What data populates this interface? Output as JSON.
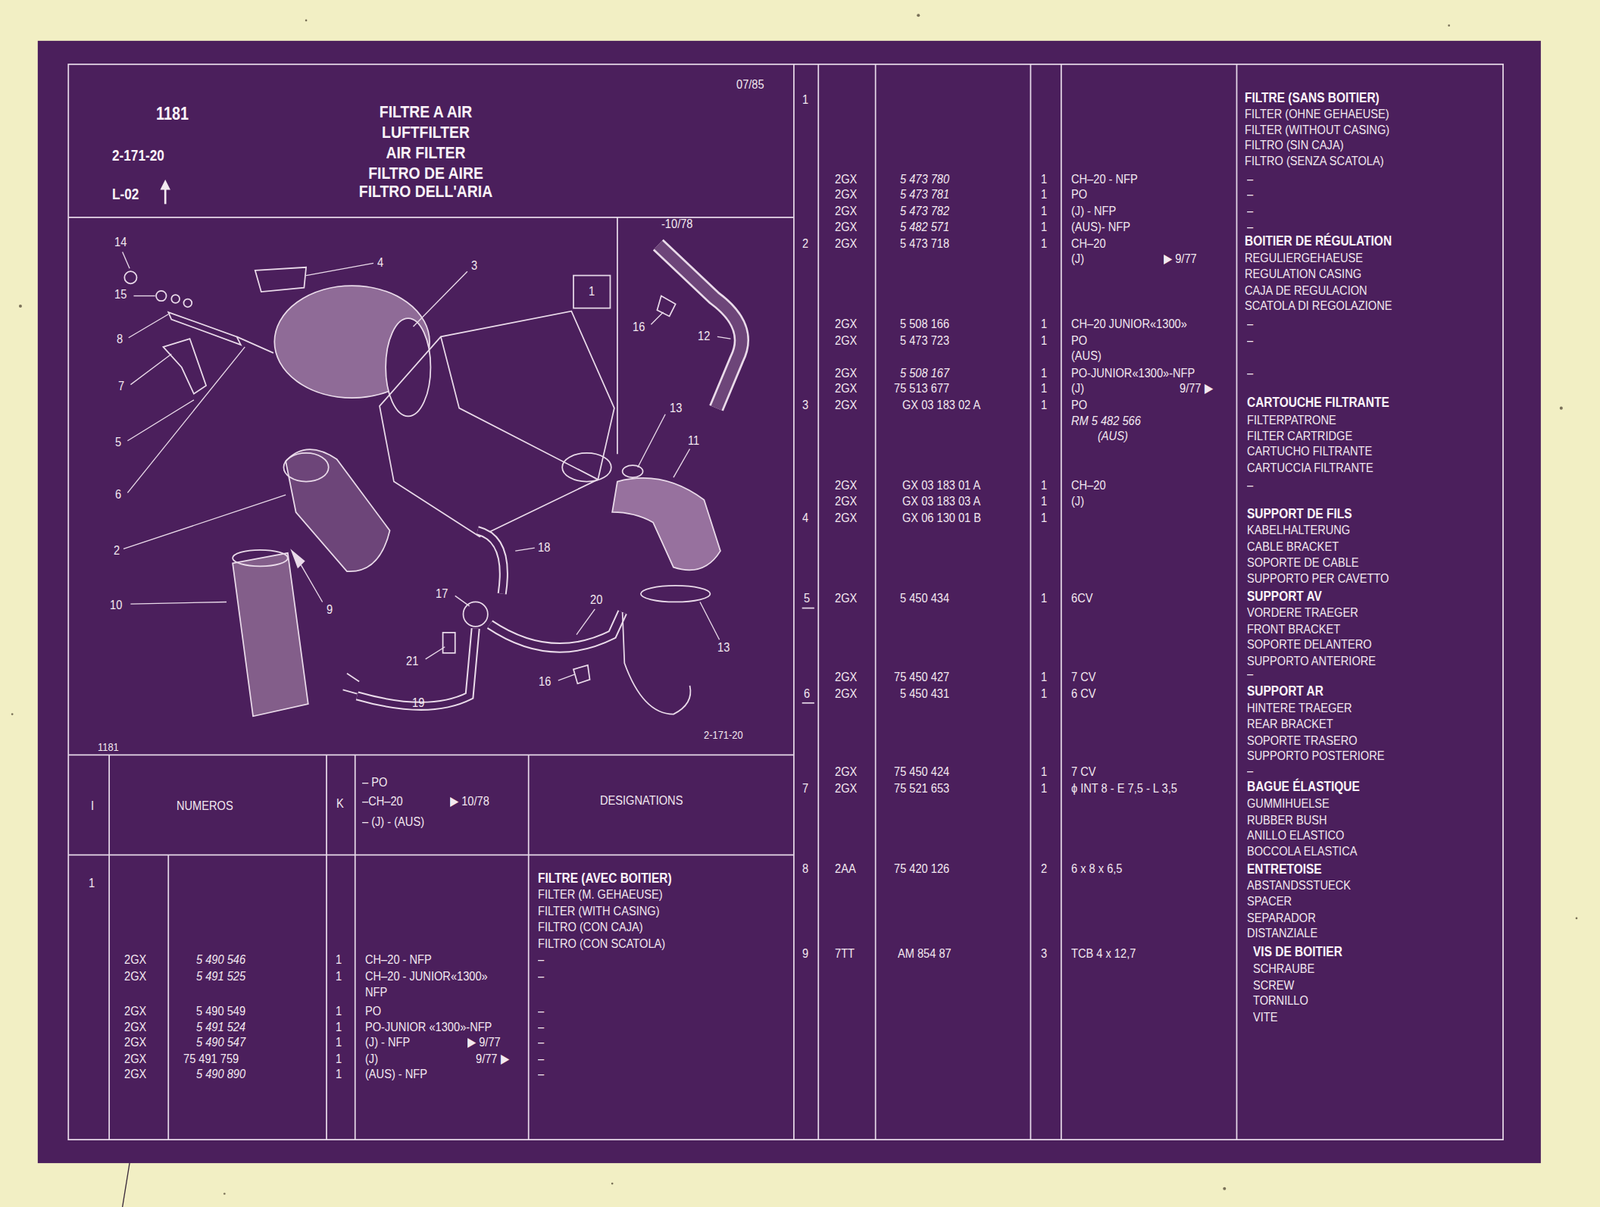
{
  "diagram": {
    "labels": [
      "1181",
      "2-171-20",
      "L-02",
      "FILTRE A AIR",
      "LUFTFILTER",
      "AIR FILTER",
      "FILTRO DE AIRE",
      "FILTRO DELL'ARIA",
      "07/85",
      "-10/78",
      "1",
      "14",
      "15",
      "8",
      "7",
      "5",
      "6",
      "2",
      "10",
      "9",
      "4",
      "3",
      "16",
      "12",
      "13",
      "11",
      "18",
      "17",
      "20",
      "21",
      "16",
      "13",
      "19",
      "1181",
      "2-171-20",
      "I",
      "NUMEROS",
      "K",
      "– PO",
      "–CH–20",
      "▶ 10/78",
      "– (J) - (AUS)",
      "DESIGNATIONS",
      "1",
      "FILTRE (AVEC BOITIER)",
      "FILTER (M. GEHAEUSE)",
      "FILTER (WITH CASING)",
      "FILTRO (CON CAJA)",
      "FILTRO (CON SCATOLA)",
      "2GX",
      "5 490 546",
      "1",
      "CH–20 - NFP",
      "–",
      "2GX",
      "5 491 525",
      "1",
      "CH–20 - JUNIOR«1300»",
      "–",
      "NFP",
      "2GX",
      "5 490 549",
      "1",
      "PO",
      "–",
      "2GX",
      "5 491 524",
      "1",
      "PO-JUNIOR «1300»-NFP",
      "–",
      "2GX",
      "5 490 547",
      "1",
      "(J) - NFP",
      "▶ 9/77",
      "–",
      "2GX",
      "75 491 759",
      "1",
      "(J)",
      "9/77 ▶",
      "–",
      "2GX",
      "5 490 890",
      "1",
      "(AUS) - NFP",
      "–",
      "1",
      "FILTRE (SANS BOITIER)",
      "FILTER (OHNE GEHAEUSE)",
      "FILTER (WITHOUT CASING)",
      "FILTRO (SIN CAJA)",
      "FILTRO (SENZA SCATOLA)",
      "2GX",
      "5 473 780",
      "1",
      "CH–20 - NFP",
      "–",
      "2GX",
      "5 473 781",
      "1",
      "PO",
      "–",
      "2GX",
      "5 473 782",
      "1",
      "(J) - NFP",
      "–",
      "2GX",
      "5 482 571",
      "1",
      "(AUS)- NFP",
      "–",
      "2",
      "2GX",
      "5 473 718",
      "1",
      "CH–20",
      "BOITIER DE RÉGULATION",
      "(J)",
      "▶ 9/77",
      "REGULIERGEHAEUSE",
      "REGULATION CASING",
      "CAJA DE REGULACION",
      "SCATOLA DI REGOLAZIONE",
      "2GX",
      "5 508 166",
      "1",
      "CH–20 JUNIOR«1300»",
      "–",
      "2GX",
      "5 473 723",
      "1",
      "PO",
      "–",
      "(AUS)",
      "2GX",
      "5 508 167",
      "1",
      "PO-JUNIOR«1300»-NFP",
      "–",
      "2GX",
      "75 513 677",
      "1",
      "(J)",
      "9/77 ▶",
      "3",
      "2GX",
      "GX 03 183 02 A",
      "1",
      "PO",
      "CARTOUCHE FILTRANTE",
      "RM 5 482 566",
      "FILTERPATRONE",
      "(AUS)",
      "FILTER CARTRIDGE",
      "CARTUCHO FILTRANTE",
      "CARTUCCIA FILTRANTE",
      "2GX",
      "GX 03 183 01 A",
      "1",
      "CH–20",
      "–",
      "2GX",
      "GX 03 183 03 A",
      "1",
      "(J)",
      "4",
      "2GX",
      "GX 06 130 01 B",
      "1",
      "SUPPORT DE FILS",
      "KABELHALTERUNG",
      "CABLE BRACKET",
      "SOPORTE DE CABLE",
      "SUPPORTO PER CAVETTO",
      "5",
      "2GX",
      "5 450 434",
      "1",
      "6CV",
      "SUPPORT AV",
      "VORDERE TRAEGER",
      "FRONT BRACKET",
      "SOPORTE DELANTERO",
      "SUPPORTO ANTERIORE",
      "–",
      "2GX",
      "75 450 427",
      "1",
      "7 CV",
      "6",
      "2GX",
      "5 450 431",
      "1",
      "6 CV",
      "SUPPORT AR",
      "HINTERE TRAEGER",
      "REAR BRACKET",
      "SOPORTE TRASERO",
      "SUPPORTO POSTERIORE",
      "–",
      "2GX",
      "75 450 424",
      "1",
      "7 CV",
      "7",
      "2GX",
      "75 521 653",
      "1",
      "ϕ INT 8 - E 7,5 - L 3,5",
      "BAGUE ÉLASTIQUE",
      "GUMMIHUELSE",
      "RUBBER BUSH",
      "ANILLO ELASTICO",
      "BOCCOLA ELASTICA",
      "8",
      "2AA",
      "75 420 126",
      "2",
      "6 x 8 x 6,5",
      "ENTRETOISE",
      "ABSTANDSSTUECK",
      "SPACER",
      "SEPARADOR",
      "DISTANZIALE",
      "9",
      "7TT",
      "AM 854 87",
      "3",
      "TCB 4 x 12,7",
      "VIS DE BOITIER",
      "SCHRAUBE",
      "SCREW",
      "TORNILLO",
      "VITE"
    ]
  }
}
